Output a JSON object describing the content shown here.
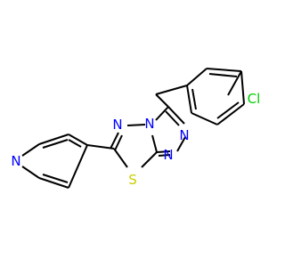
{
  "molecule": {
    "atoms": {
      "n_pyridine": {
        "label": "N",
        "color": "#0000FF"
      },
      "s_thiadiazole": {
        "label": "S",
        "color": "#CCCC00"
      },
      "n_thiadiazole": {
        "label": "N",
        "color": "#0000FF"
      },
      "n_bridgehead": {
        "label": "N",
        "color": "#0000FF"
      },
      "n_triazole_1": {
        "label": "N",
        "color": "#0000FF"
      },
      "n_triazole_2": {
        "label": "N",
        "color": "#0000FF"
      },
      "cl": {
        "label": "Cl",
        "color": "#00CC00"
      }
    }
  }
}
